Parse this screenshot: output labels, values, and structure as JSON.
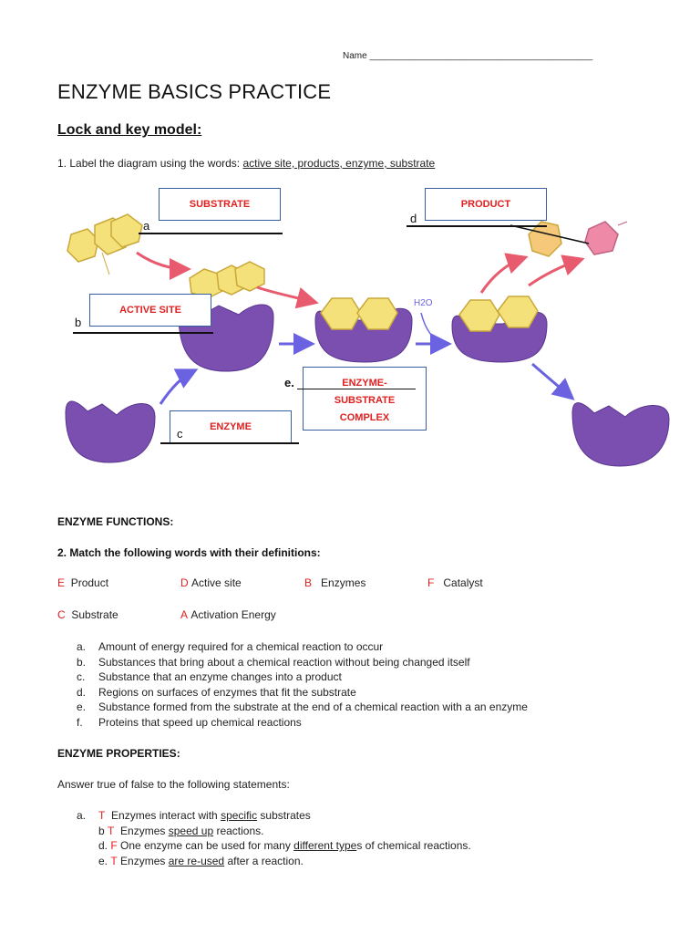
{
  "header": {
    "name_label": "Name ____________________________________________"
  },
  "title": "ENZYME BASICS PRACTICE",
  "subtitle": "Lock and key model:",
  "q1": {
    "prefix": "1. Label the diagram using the words: ",
    "words": "active site, products, enzyme, substrate"
  },
  "diagram": {
    "labels": {
      "a": {
        "letter": "a",
        "answer": "SUBSTRATE"
      },
      "b": {
        "letter": "b",
        "answer": "ACTIVE SITE"
      },
      "c": {
        "letter": "c",
        "answer": "ENZYME"
      },
      "d": {
        "letter": "d",
        "answer": "PRODUCT"
      },
      "e": {
        "prefix": "e.",
        "line1": "ENZYME-",
        "line2": "SUBSTRATE",
        "line3": "COMPLEX"
      }
    },
    "water": "H2O"
  },
  "functions": {
    "heading": "ENZYME FUNCTIONS:",
    "q2": "2. Match the following words with their definitions:",
    "matches": [
      {
        "answer": "E",
        "word": "Product"
      },
      {
        "answer": "D",
        "word": "Active site"
      },
      {
        "answer": "B",
        "word": "Enzymes"
      },
      {
        "answer": "F",
        "word": "Catalyst"
      },
      {
        "answer": "C",
        "word": "Substrate"
      },
      {
        "answer": "A",
        "word": "Activation Energy"
      }
    ],
    "definitions": [
      {
        "key": "a.",
        "text": "Amount of energy required for a chemical reaction to occur"
      },
      {
        "key": "b.",
        "text": "Substances that bring about a chemical reaction without being changed itself"
      },
      {
        "key": "c.",
        "text": "Substance that an enzyme changes into a product"
      },
      {
        "key": "d.",
        "text": "Regions on surfaces of enzymes that fit the substrate"
      },
      {
        "key": "e.",
        "text": "Substance formed from the substrate at the end of a chemical reaction with a an enzyme"
      },
      {
        "key": "f.",
        "text": "Proteins that speed up chemical reactions"
      }
    ]
  },
  "properties": {
    "heading": "ENZYME PROPERTIES:",
    "instruction": "Answer true of false to the following statements:",
    "statements": [
      {
        "key": "a.",
        "answer": "T",
        "pre": "Enzymes interact with ",
        "u": "specific",
        "post": " substrates"
      },
      {
        "key": "b",
        "answer": "T",
        "pre": "Enzymes ",
        "u": "speed up",
        "post": " reactions."
      },
      {
        "key": "d.",
        "answer": "F",
        "pre": "One enzyme can be used for many ",
        "u": "different type",
        "post": "s of chemical reactions."
      },
      {
        "key": "e.",
        "answer": "T",
        "pre": "Enzymes ",
        "u": "are re-used",
        "post": " after a reaction."
      }
    ]
  }
}
